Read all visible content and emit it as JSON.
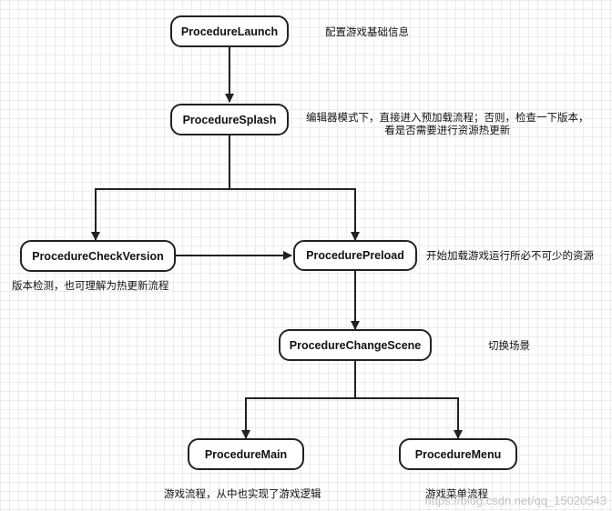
{
  "nodes": {
    "launch": "ProcedureLaunch",
    "splash": "ProcedureSplash",
    "check_version": "ProcedureCheckVersion",
    "preload": "ProcedurePreload",
    "change_scene": "ProcedureChangeScene",
    "main": "ProcedureMain",
    "menu": "ProcedureMenu"
  },
  "notes": {
    "launch": "配置游戏基础信息",
    "splash_line1": "编辑器模式下，直接进入预加载流程；否则，检查一下版本，",
    "splash_line2": "看是否需要进行资源热更新",
    "check_version": "版本检测，也可理解为热更新流程",
    "preload": "开始加载游戏运行所必不可少的资源",
    "change_scene": "切换场景",
    "main": "游戏流程，从中也实现了游戏逻辑",
    "menu": "游戏菜单流程"
  },
  "watermark": "https://blog.csdn.net/qq_15020543",
  "colors": {
    "stroke": "#222222",
    "grid": "#ececec",
    "node_fill": "#ffffff"
  }
}
